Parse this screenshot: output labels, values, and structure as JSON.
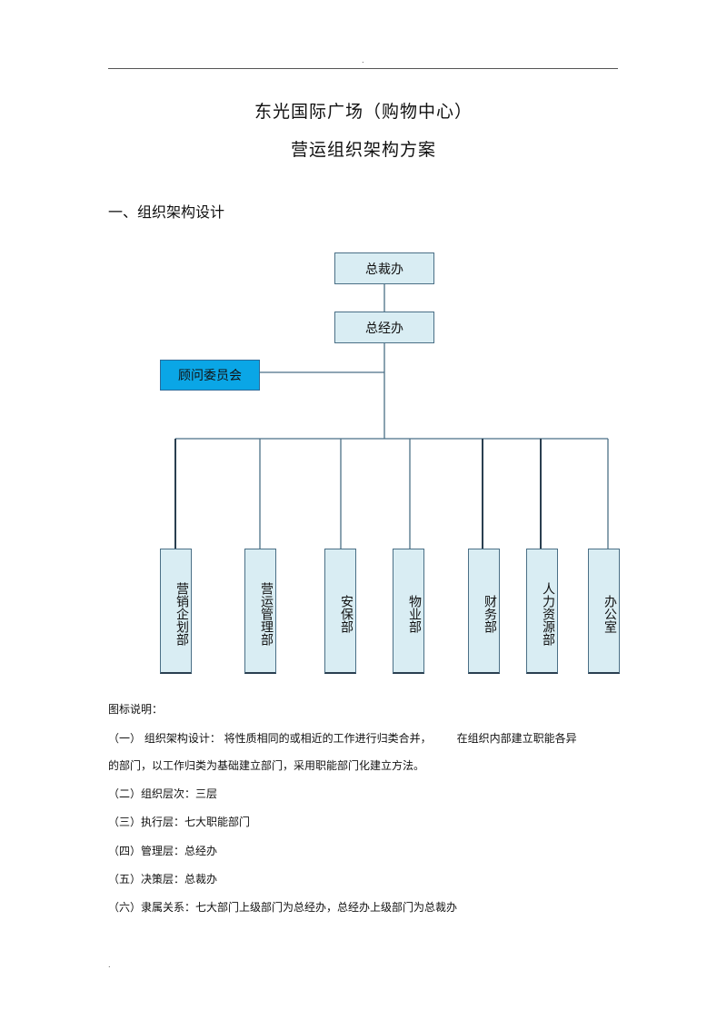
{
  "header": {
    "dot": "."
  },
  "footer": {
    "dot": "."
  },
  "title": {
    "line1": "东光国际广场（购物中心）",
    "line2": "营运组织架构方案"
  },
  "section": {
    "heading": "一、组织架构设计"
  },
  "org": {
    "ceo": "总裁办",
    "gm": "总经办",
    "advisory": "顾问委员会",
    "departments": [
      "营销企划部",
      "营运管理部",
      "安保部",
      "物业部",
      "财务部",
      "人力资源部",
      "办公室"
    ]
  },
  "legend": {
    "title": "图标说明：",
    "item1_a": "（一） 组织架构设计： 将性质相同的或相近的工作进行归类合并，",
    "item1_b": "在组织内部建立职能各异",
    "item1_c": "的部门，以工作归类为基础建立部门，采用职能部门化建立方法。",
    "item2": "（二）组织层次：三层",
    "item3": "（三）执行层：七大职能部门",
    "item4": "（四）管理层：总经办",
    "item5": "（五）决策层：总裁办",
    "item6": "（六）隶属关系：七大部门上级部门为总经办，总经办上级部门为总裁办"
  },
  "colors": {
    "box_fill": "#d9edf3",
    "advisory_fill": "#0aa6e6",
    "line": "#4a6f86"
  }
}
